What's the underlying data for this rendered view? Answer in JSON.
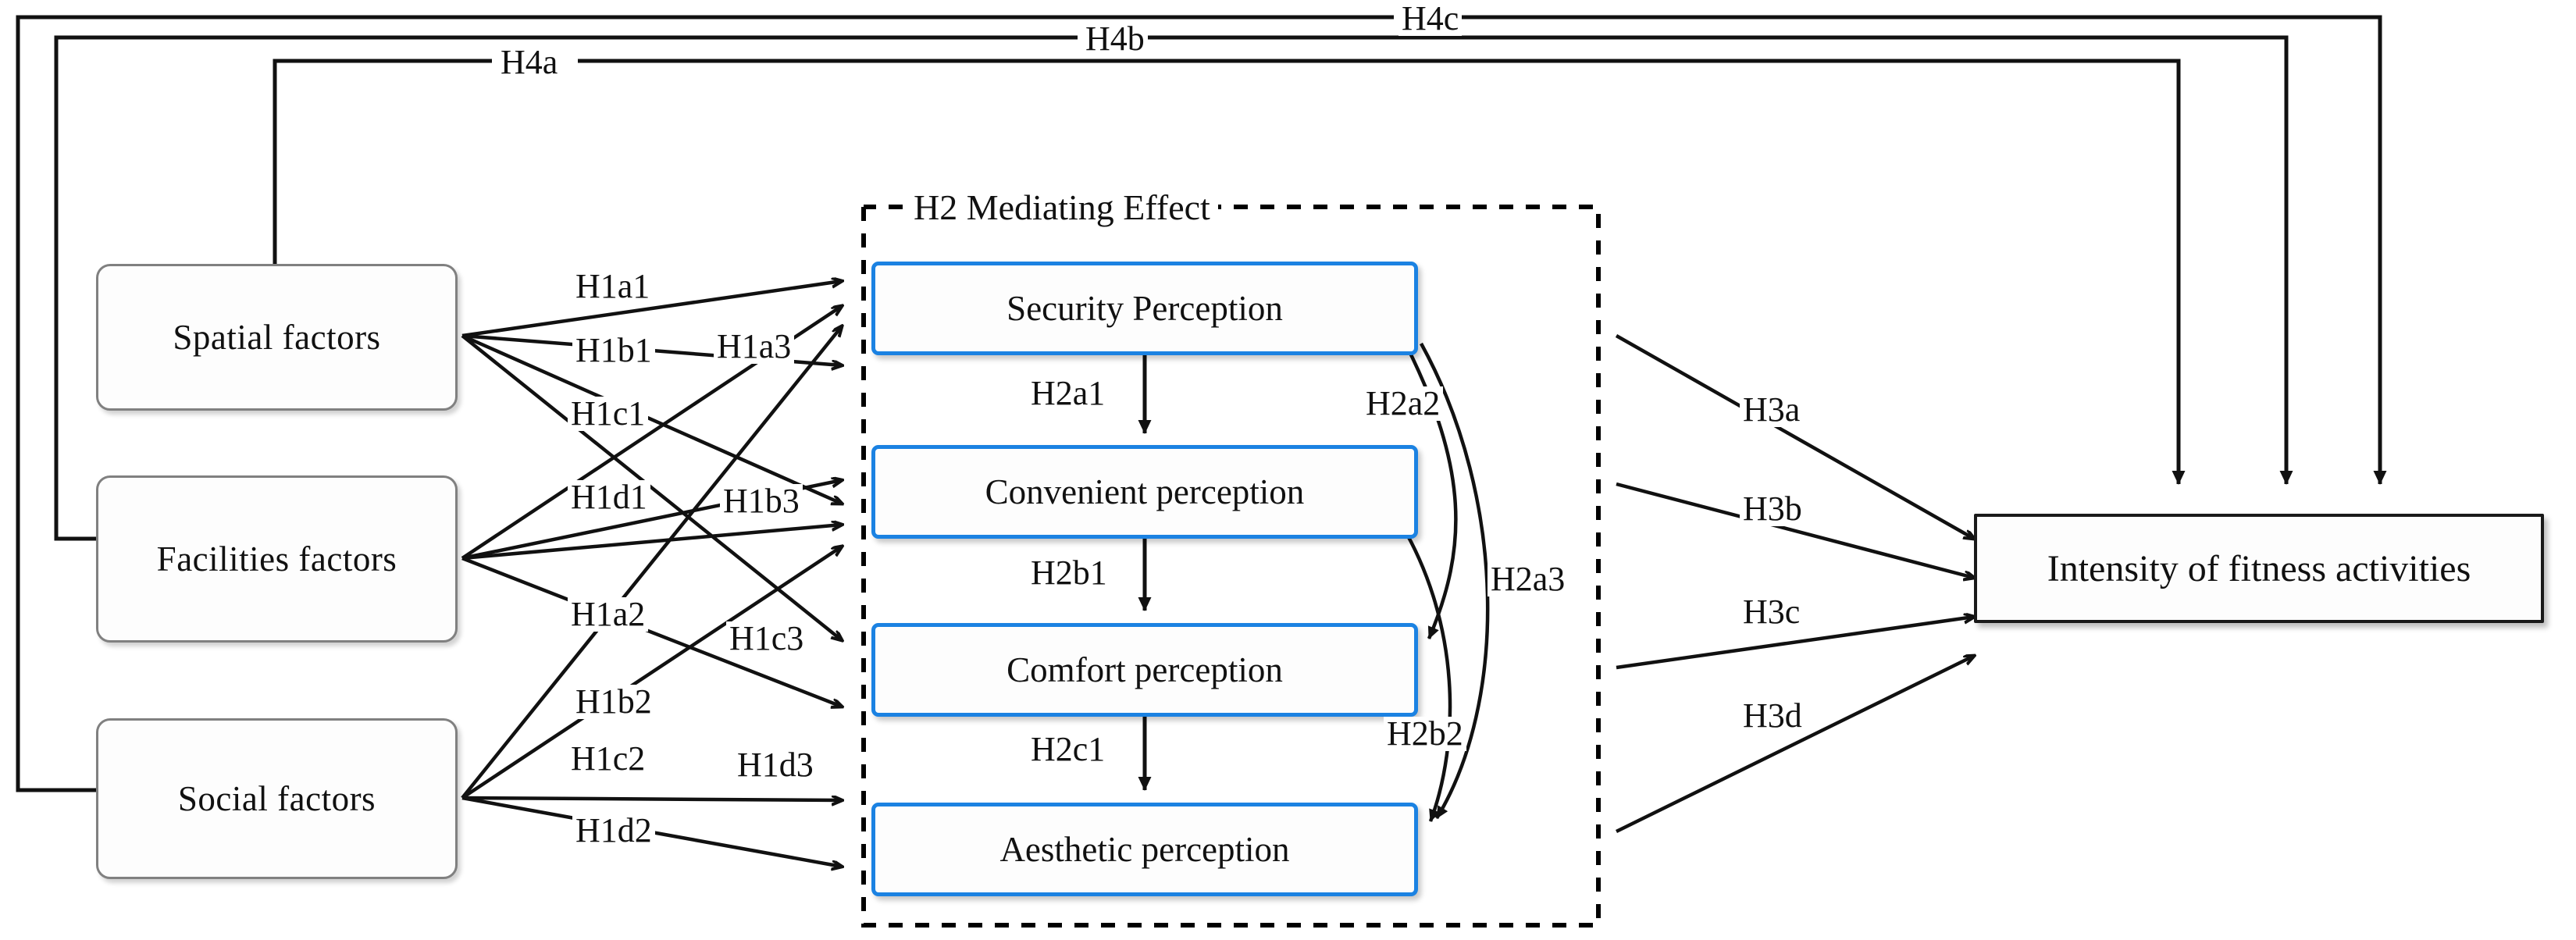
{
  "diagram": {
    "title": "Research hypothesis framework diagram",
    "colors": {
      "mediator_border": "#1B82E2",
      "factor_border": "#808080",
      "outcome_border": "#1A1A1A",
      "line": "#111111"
    },
    "antecedent_boxes": [
      {
        "id": "spatial",
        "label": "Spatial factors"
      },
      {
        "id": "facilities",
        "label": "Facilities factors"
      },
      {
        "id": "social",
        "label": "Social factors"
      }
    ],
    "mediator_group": {
      "title": "H2 Mediating Effect",
      "boxes": [
        {
          "id": "security",
          "label": "Security Perception"
        },
        {
          "id": "convenient",
          "label": "Convenient perception"
        },
        {
          "id": "comfort",
          "label": "Comfort perception"
        },
        {
          "id": "aesthetic",
          "label": "Aesthetic perception"
        }
      ],
      "internal_edges": [
        {
          "id": "h2a1",
          "label": "H2a1",
          "from": "security",
          "to": "convenient"
        },
        {
          "id": "h2b1",
          "label": "H2b1",
          "from": "convenient",
          "to": "comfort"
        },
        {
          "id": "h2c1",
          "label": "H2c1",
          "from": "comfort",
          "to": "aesthetic"
        },
        {
          "id": "h2a2",
          "label": "H2a2",
          "from": "security",
          "to": "comfort"
        },
        {
          "id": "h2a3",
          "label": "H2a3",
          "from": "security",
          "to": "aesthetic"
        },
        {
          "id": "h2b2",
          "label": "H2b2",
          "from": "convenient",
          "to": "aesthetic"
        }
      ]
    },
    "outcome_box": {
      "id": "intensity",
      "label": "Intensity of fitness activities"
    },
    "h1_labels": [
      {
        "id": "h1a1",
        "label": "H1a1"
      },
      {
        "id": "h1b1",
        "label": "H1b1"
      },
      {
        "id": "h1a3",
        "label": "H1a3"
      },
      {
        "id": "h1c1",
        "label": "H1c1"
      },
      {
        "id": "h1d1",
        "label": "H1d1"
      },
      {
        "id": "h1b3",
        "label": "H1b3"
      },
      {
        "id": "h1a2",
        "label": "H1a2"
      },
      {
        "id": "h1c3",
        "label": "H1c3"
      },
      {
        "id": "h1b2",
        "label": "H1b2"
      },
      {
        "id": "h1c2",
        "label": "H1c2"
      },
      {
        "id": "h1d3",
        "label": "H1d3"
      },
      {
        "id": "h1d2",
        "label": "H1d2"
      }
    ],
    "h3_labels": [
      {
        "id": "h3a",
        "label": "H3a"
      },
      {
        "id": "h3b",
        "label": "H3b"
      },
      {
        "id": "h3c",
        "label": "H3c"
      },
      {
        "id": "h3d",
        "label": "H3d"
      }
    ],
    "h4_labels": [
      {
        "id": "h4a",
        "label": "H4a",
        "from": "spatial",
        "to": "intensity"
      },
      {
        "id": "h4b",
        "label": "H4b",
        "from": "facilities",
        "to": "intensity"
      },
      {
        "id": "h4c",
        "label": "H4c",
        "from": "social",
        "to": "intensity"
      }
    ]
  }
}
